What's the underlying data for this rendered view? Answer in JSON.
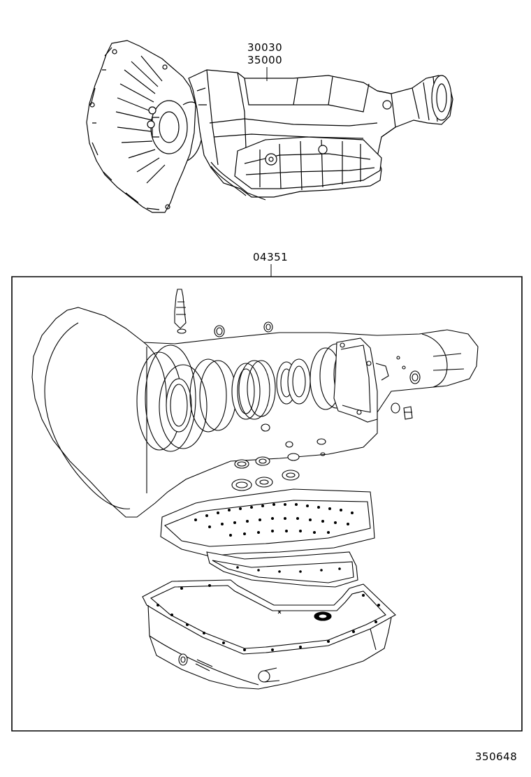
{
  "callouts": {
    "assembly_part_1": "30030",
    "assembly_part_2": "35000",
    "gasket_kit": "04351"
  },
  "figure_id": "350648"
}
